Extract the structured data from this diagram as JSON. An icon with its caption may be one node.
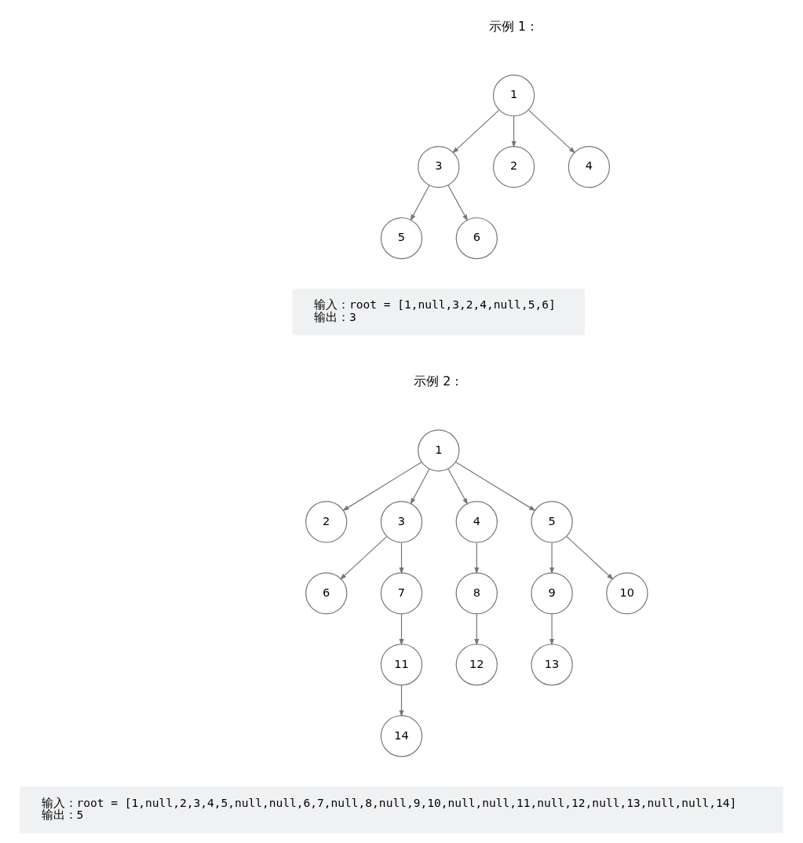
{
  "diagram": {
    "nodes": [
      {
        "text": [
          "1"
        ]
      },
      {
        "text": [
          "3"
        ]
      },
      {
        "text": [
          "2"
        ]
      },
      {
        "text": [
          "4"
        ]
      },
      {
        "text": [
          "5"
        ]
      },
      {
        "text": [
          "6"
        ]
      },
      {
        "text": [
          "输入：root = [1,null,3,2,4,null,5,6]",
          "输出：3"
        ]
      },
      {
        "text": [
          "1"
        ]
      },
      {
        "text": [
          "2"
        ]
      },
      {
        "text": [
          "3"
        ]
      },
      {
        "text": [
          "4"
        ]
      },
      {
        "text": [
          "5"
        ]
      },
      {
        "text": [
          "6"
        ]
      },
      {
        "text": [
          "7"
        ]
      },
      {
        "text": [
          "8"
        ]
      },
      {
        "text": [
          "9"
        ]
      },
      {
        "text": [
          "10"
        ]
      },
      {
        "text": [
          "11"
        ]
      },
      {
        "text": [
          "12"
        ]
      },
      {
        "text": [
          "13"
        ]
      },
      {
        "text": [
          "14"
        ]
      },
      {
        "text": [
          "输入：root = [1,null,2,3,4,5,null,null,6,7,null,8,null,9,10,null,null,11,null,12,null,13,null,null,14]",
          "输出：5"
        ]
      }
    ],
    "edges": [
      {
        "from": 0,
        "to": 1,
        "arrow": "to"
      },
      {
        "from": 0,
        "to": 2,
        "arrow": "to"
      },
      {
        "from": 0,
        "to": 3,
        "arrow": "to"
      },
      {
        "from": 1,
        "to": 4,
        "arrow": "to"
      },
      {
        "from": 1,
        "to": 5,
        "arrow": "to"
      },
      {
        "from": 7,
        "to": 8,
        "arrow": "to"
      },
      {
        "from": 7,
        "to": 9,
        "arrow": "to"
      },
      {
        "from": 7,
        "to": 10,
        "arrow": "to"
      },
      {
        "from": 7,
        "to": 11,
        "arrow": "to"
      },
      {
        "from": 9,
        "to": 12,
        "arrow": "to"
      },
      {
        "from": 9,
        "to": 13,
        "arrow": "to"
      },
      {
        "from": 10,
        "to": 14,
        "arrow": "to"
      },
      {
        "from": 11,
        "to": 15,
        "arrow": "to"
      },
      {
        "from": 11,
        "to": 16,
        "arrow": "to"
      },
      {
        "from": 13,
        "to": 17,
        "arrow": "to"
      },
      {
        "from": 14,
        "to": 18,
        "arrow": "to"
      },
      {
        "from": 15,
        "to": 19,
        "arrow": "to"
      },
      {
        "from": 17,
        "to": 20,
        "arrow": "to"
      }
    ],
    "labels": [
      "示例 1：",
      "示例 2："
    ]
  }
}
